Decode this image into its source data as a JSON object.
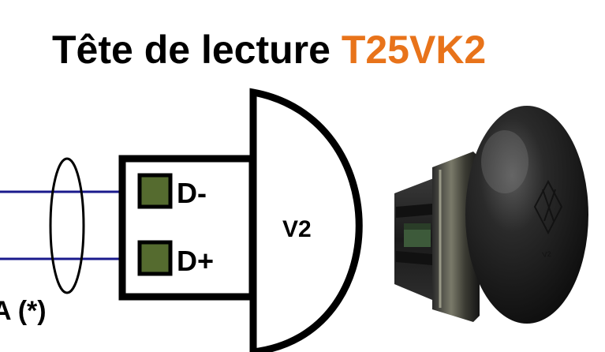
{
  "title": {
    "prefix": "Tête de lecture",
    "model": "T25VK2"
  },
  "colors": {
    "accent": "#e8731a",
    "wire": "#1a1a8c",
    "terminal": "#556b2f"
  },
  "terminals": {
    "minus": "D-",
    "plus": "D+"
  },
  "body_label": "V2",
  "note": "A (*)",
  "photo_marking": "V2"
}
